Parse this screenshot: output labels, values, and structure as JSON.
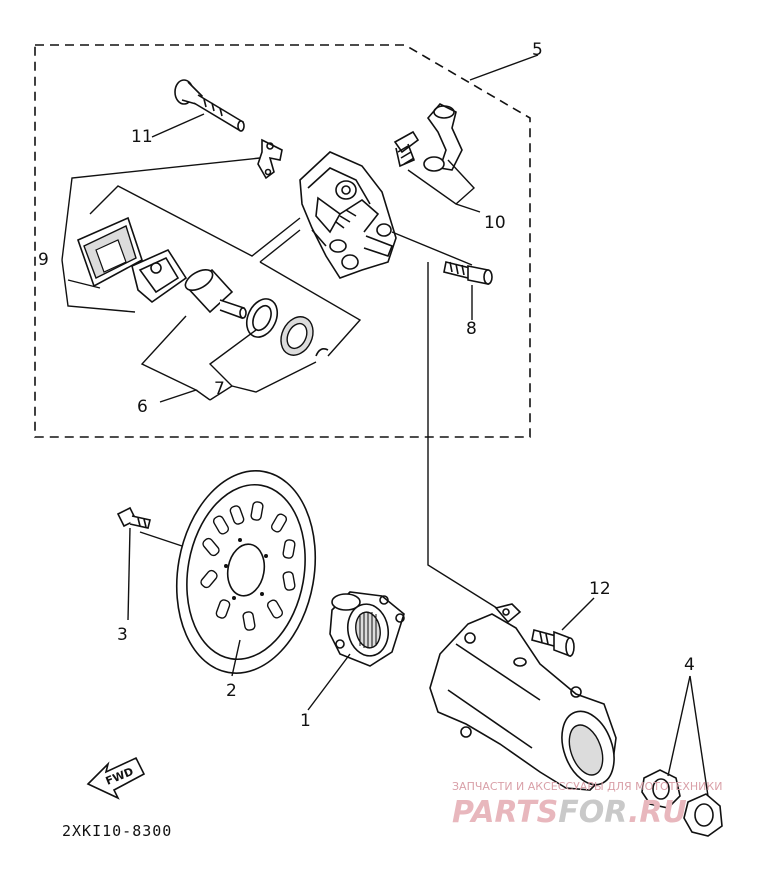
{
  "callouts": [
    "1",
    "2",
    "3",
    "4",
    "5",
    "6",
    "7",
    "8",
    "9",
    "10",
    "11",
    "12"
  ],
  "diagram_code": "2XKI10-8300",
  "forward_badge": "FWD",
  "watermark": {
    "caption": "ЗАПЧАСТИ И АКСЕССУАРЫ ДЛЯ МОТОТЕХНИКИ",
    "brand_start": "PARTS",
    "brand_mid": "FOR",
    "brand_end": ".RU"
  }
}
